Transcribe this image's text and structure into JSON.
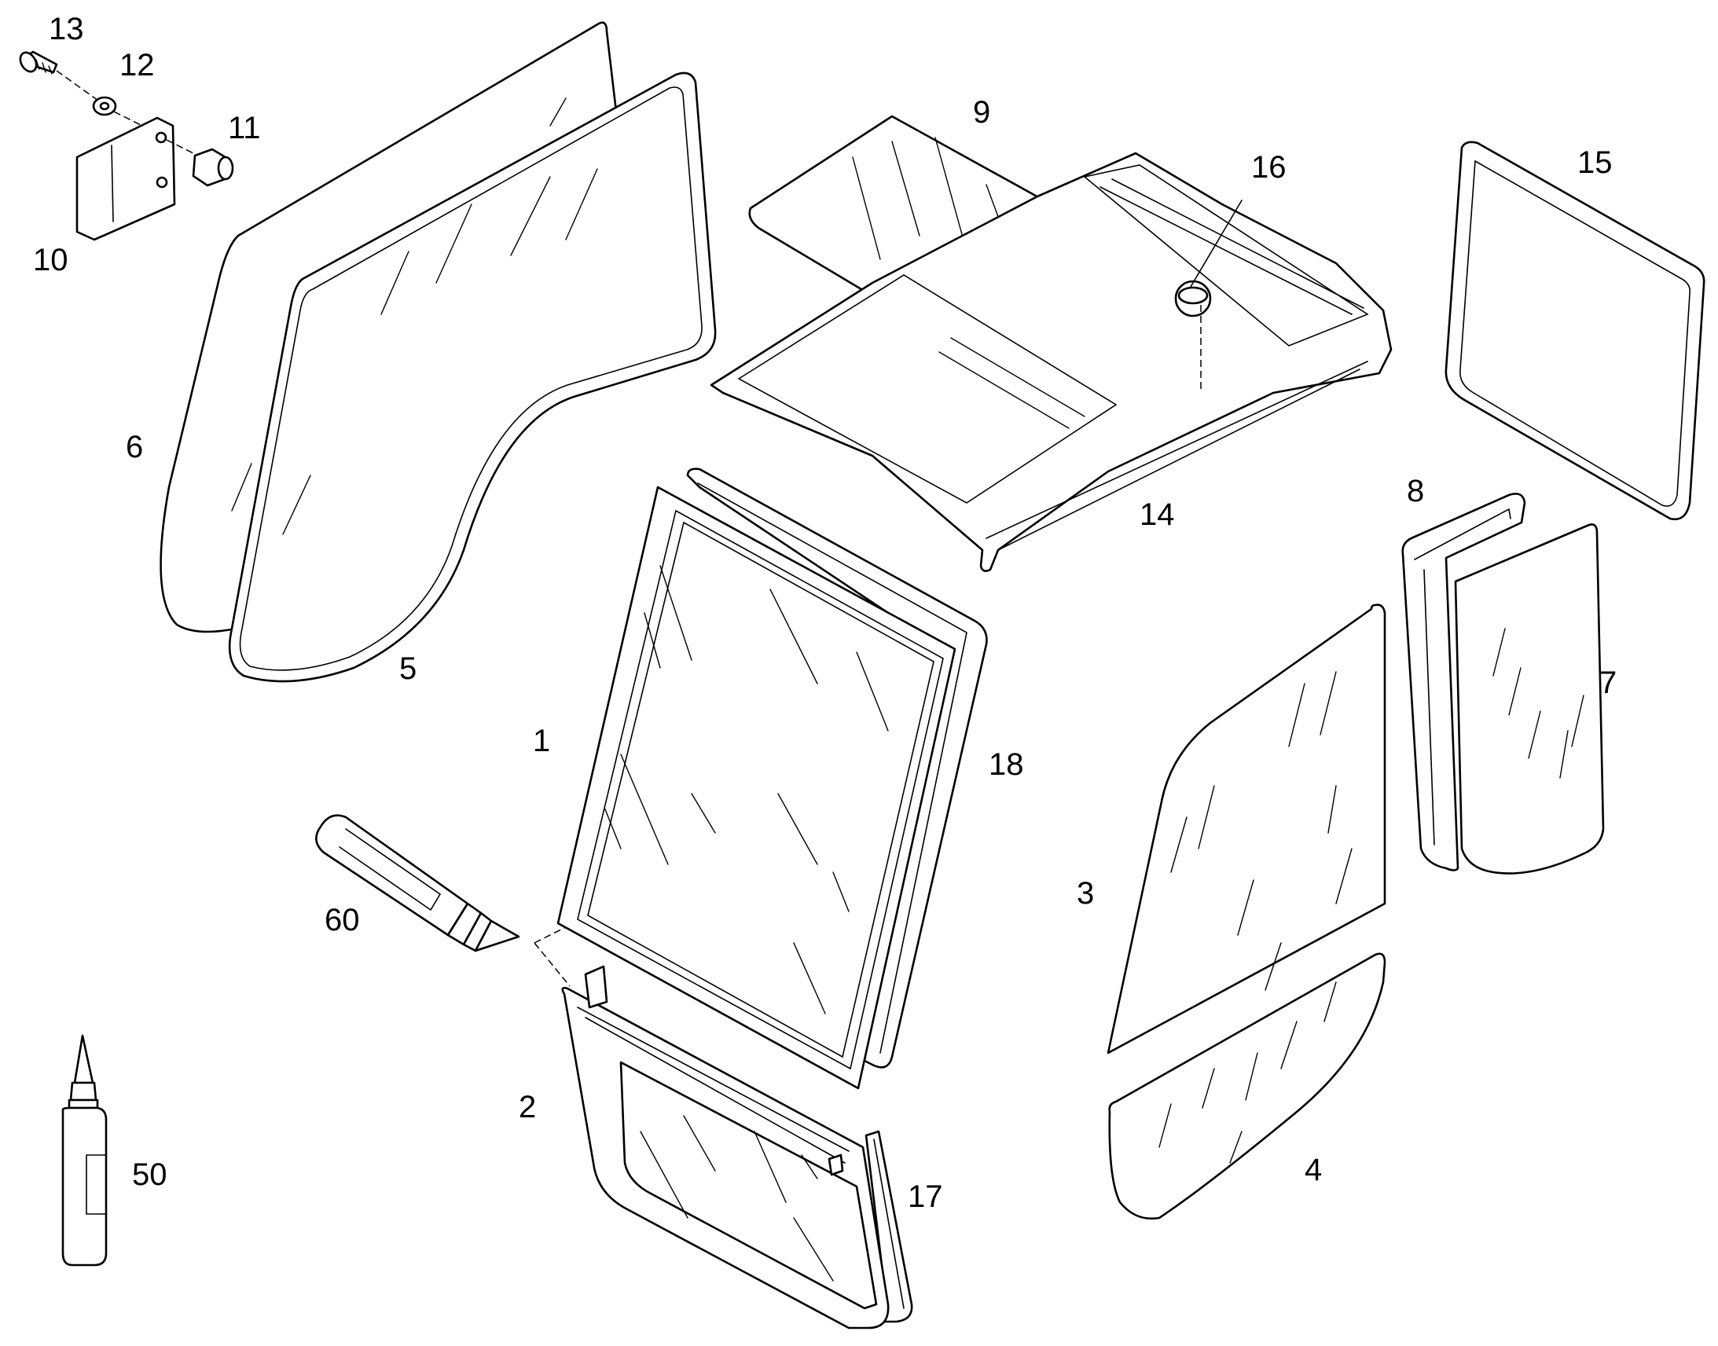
{
  "callouts": {
    "c1": "1",
    "c2": "2",
    "c3": "3",
    "c4": "4",
    "c5": "5",
    "c6": "6",
    "c7": "7",
    "c8": "8",
    "c9": "9",
    "c10": "10",
    "c11": "11",
    "c12": "12",
    "c13": "13",
    "c14": "14",
    "c15": "15",
    "c16": "16",
    "c17": "17",
    "c18": "18",
    "c50": "50",
    "c60": "60"
  },
  "colors": {
    "line": "#000000",
    "background": "#ffffff"
  }
}
